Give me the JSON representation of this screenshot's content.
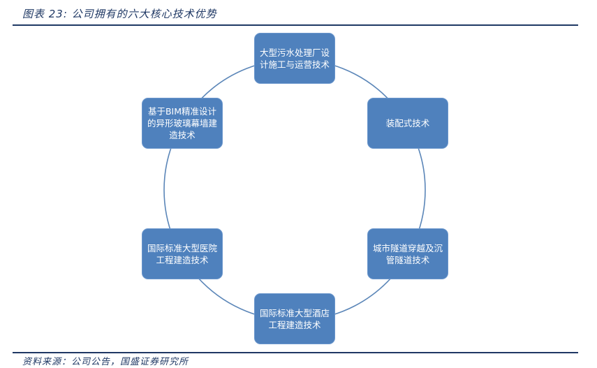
{
  "title": "图表 23:  公司拥有的六大核心技术优势",
  "source": "资料来源：公司公告，国盛证券研究所",
  "nodes": [
    "大型污水处理厂设计施工与运营技术",
    "装配式技术",
    "城市隧道穿越及沉管隧道技术",
    "国际标准大型酒店工程建造技术",
    "国际标准大型医院工程建造技术",
    "基于BIM精准设计的异形玻璃幕墙建造技术"
  ],
  "colors": {
    "node": "#4F81BD",
    "ring": "#5B86B8",
    "rule": "#1F3864"
  }
}
